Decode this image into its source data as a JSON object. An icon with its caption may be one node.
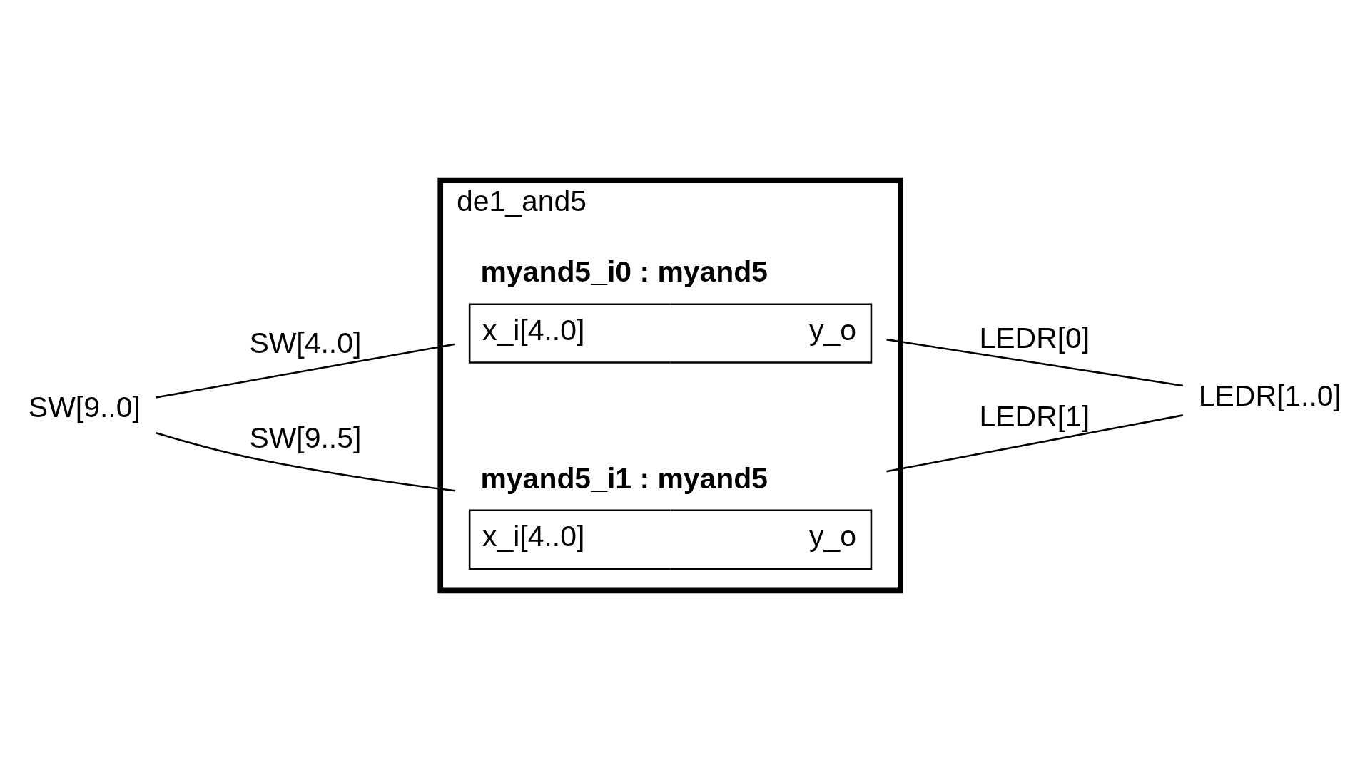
{
  "diagram": {
    "nodes": [
      {
        "text": [
          "de1_and5"
        ]
      },
      {
        "text": [
          "myand5_i0 : myand5",
          "x_i[4..0]",
          "y_o"
        ],
        "in": 0
      },
      {
        "text": [
          "myand5_i1 : myand5",
          "x_i[4..0]",
          "y_o"
        ],
        "in": 0
      },
      {
        "text": [
          "SW[9..0]"
        ]
      },
      {
        "text": [
          "LEDR[1..0]"
        ]
      }
    ],
    "edges": [
      {
        "from": 3,
        "to": 1,
        "arrow": "none",
        "label": "SW[4..0]"
      },
      {
        "from": 3,
        "to": 2,
        "arrow": "none",
        "label": "SW[9..5]"
      },
      {
        "from": 1,
        "to": 4,
        "arrow": "none",
        "label": "LEDR[0]"
      },
      {
        "from": 2,
        "to": 4,
        "arrow": "none",
        "label": "LEDR[1]"
      }
    ]
  }
}
